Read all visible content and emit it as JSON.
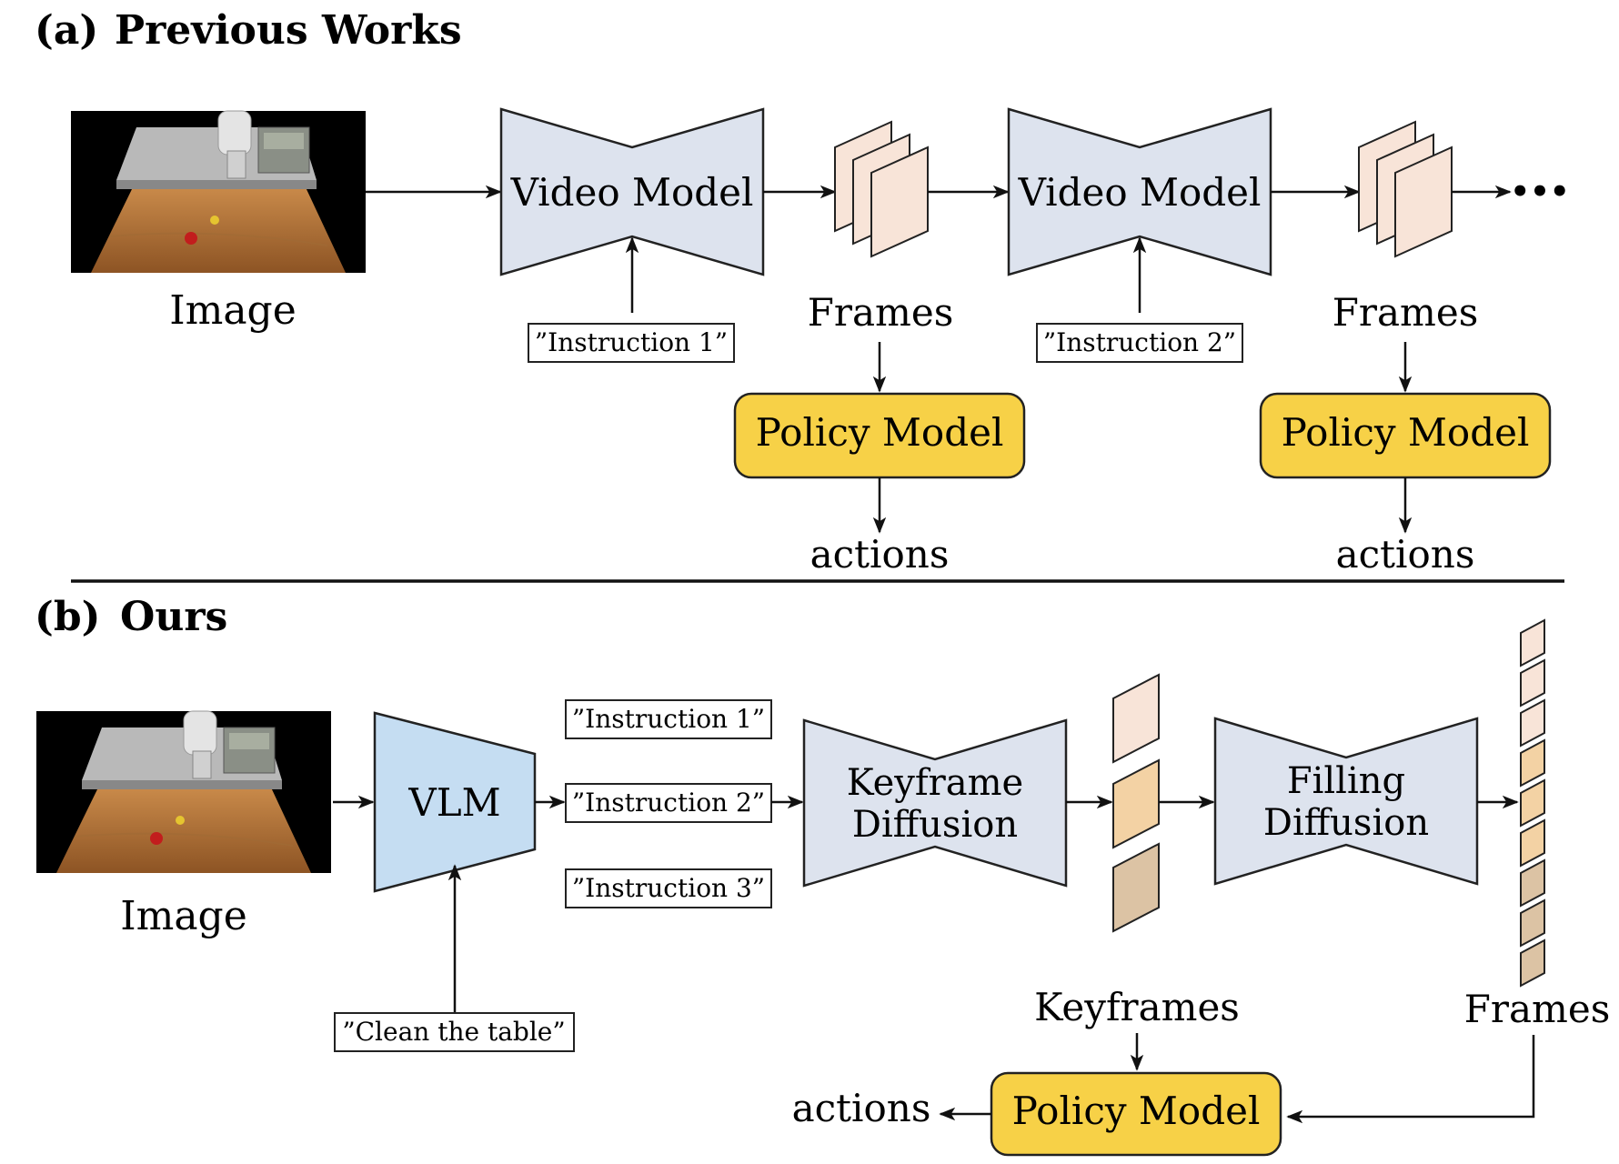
{
  "sections": {
    "a": {
      "label": "(a)",
      "title": "Previous Works"
    },
    "b": {
      "label": "(b)",
      "title": "Ours"
    }
  },
  "labels": {
    "image": "Image",
    "video_model": "Video Model",
    "frames": "Frames",
    "policy_model": "Policy Model",
    "actions": "actions",
    "vlm": "VLM",
    "keyframe_diffusion_line1": "Keyframe",
    "keyframe_diffusion_line2": "Diffusion",
    "filling_diffusion_line1": "Filling",
    "filling_diffusion_line2": "Diffusion",
    "keyframes": "Keyframes",
    "ellipsis": "•••"
  },
  "instructions": {
    "i1": "”Instruction 1”",
    "i2": "”Instruction 2”",
    "i3": "”Instruction 3”",
    "clean": "”Clean the table”"
  },
  "colors": {
    "video_model_fill": "#dde3ee",
    "vlm_fill": "#c5ddf2",
    "policy_fill": "#f7d147",
    "frame_light": "#f8e4d8",
    "frame_orange": "#f3d2a4",
    "frame_tan": "#dcc3a4"
  }
}
